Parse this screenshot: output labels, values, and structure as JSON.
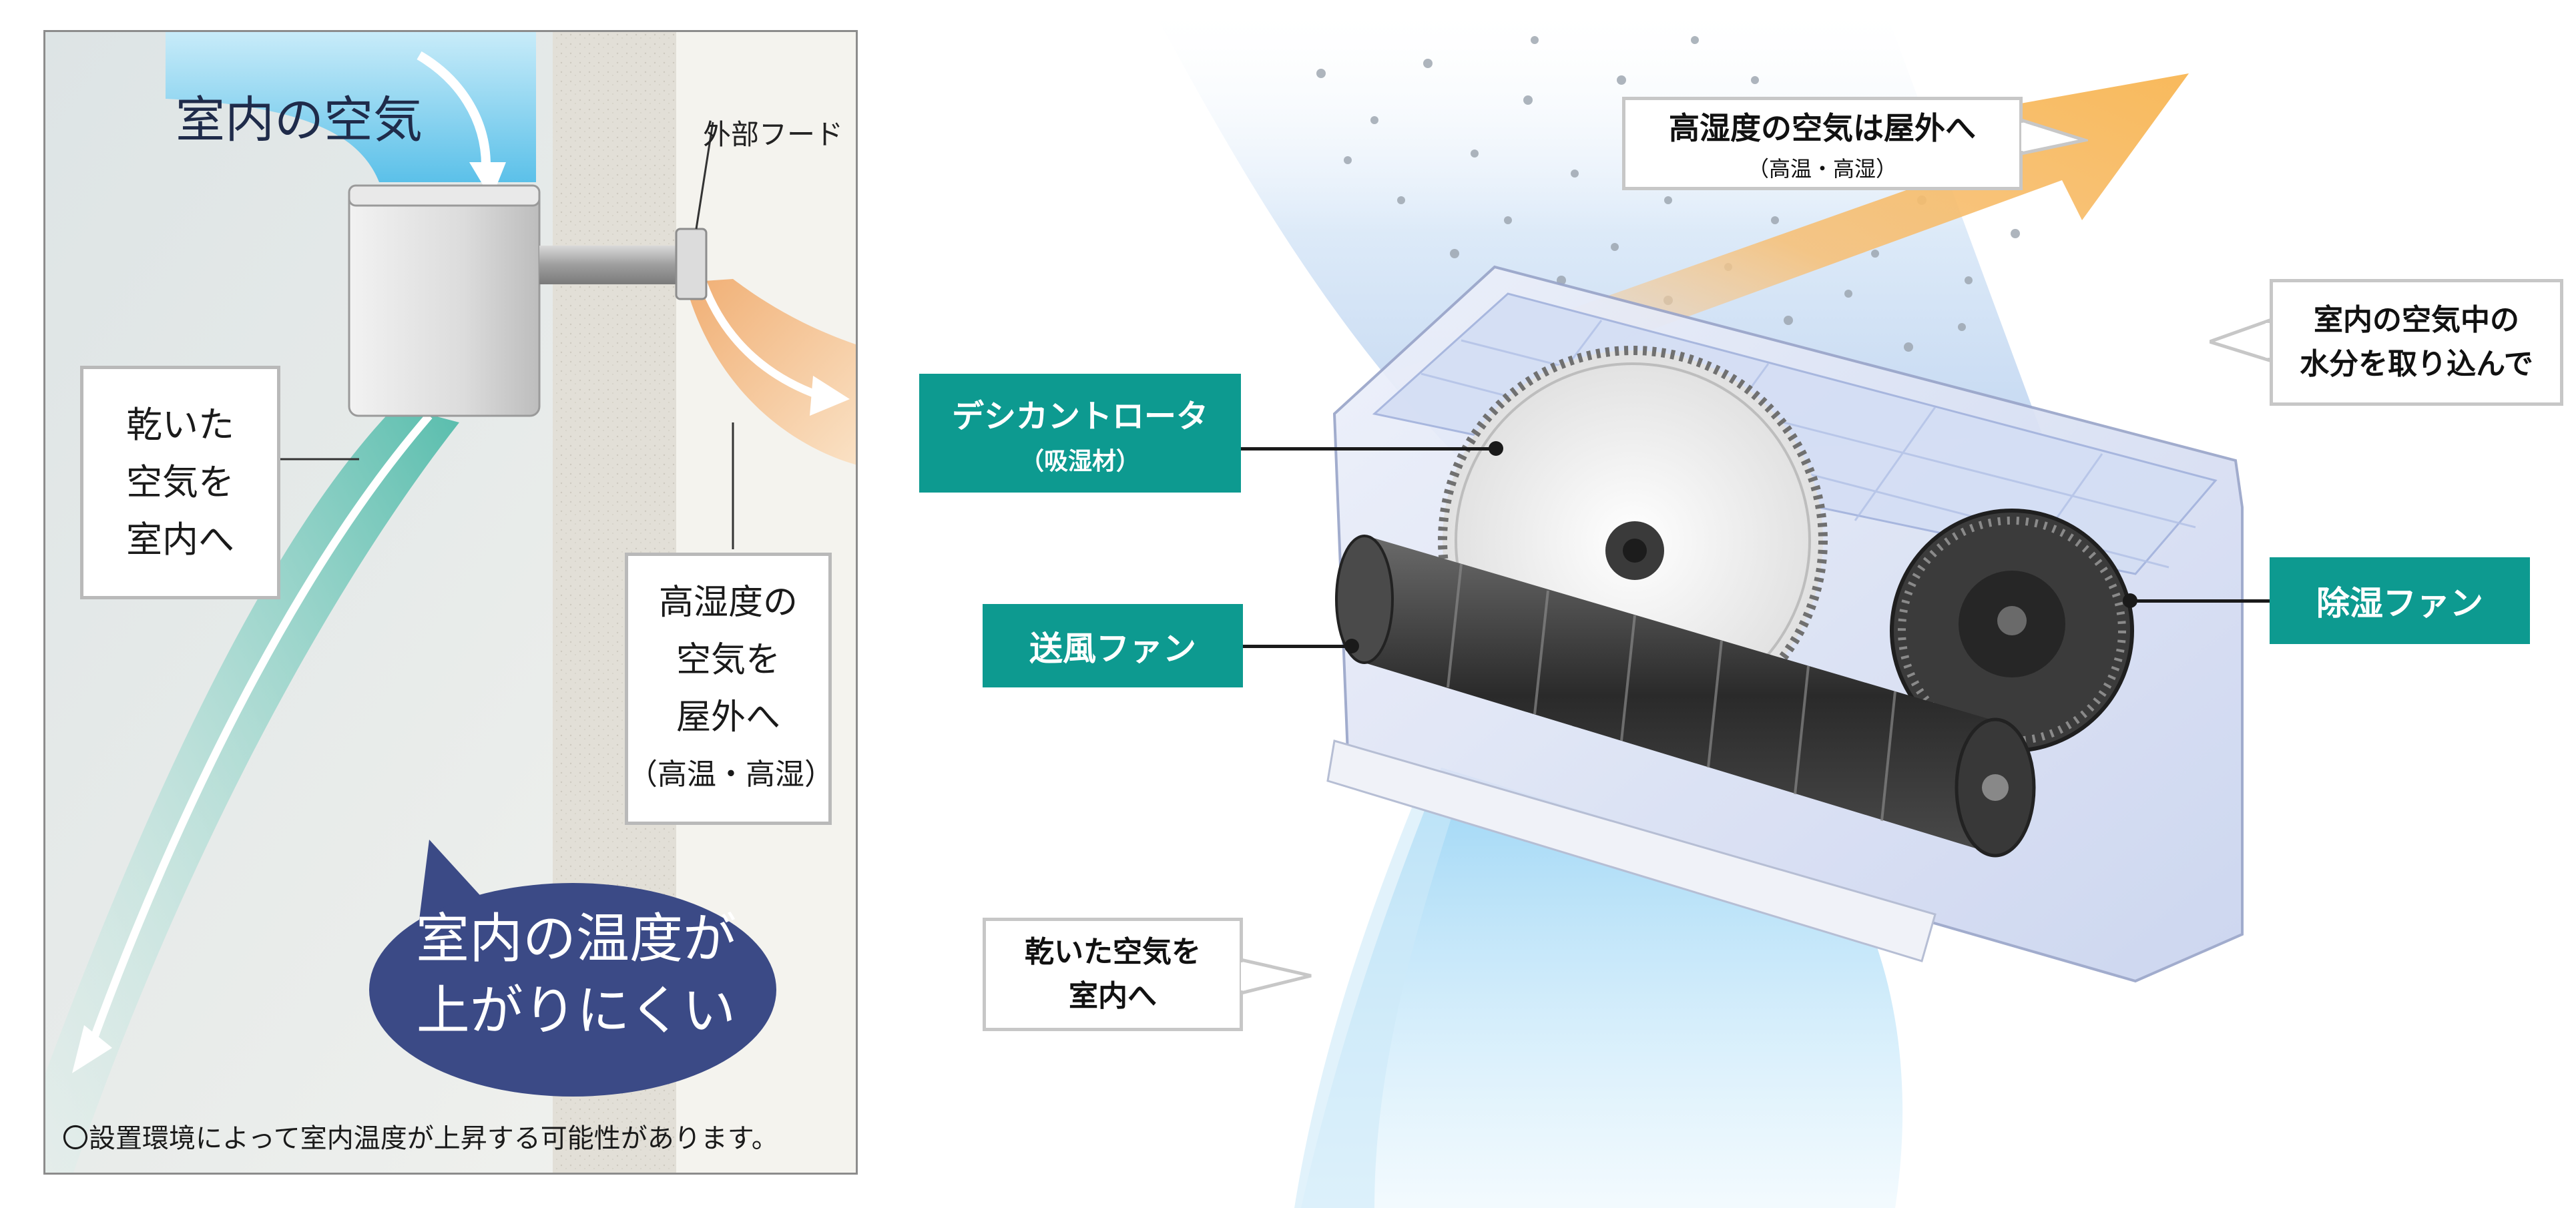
{
  "left_panel": {
    "title": "室内の空気",
    "hood_label": "外部フード",
    "dry_air_lines": [
      "乾いた",
      "空気を",
      "室内へ"
    ],
    "humid_air_lines": [
      "高湿度の",
      "空気を",
      "屋外へ",
      "（高温・高湿）"
    ],
    "bubble_lines": [
      "室内の温度が",
      "上がりにくい"
    ],
    "footnote": "〇設置環境によって室内温度が上昇する可能性があります。",
    "colors": {
      "bubble": "#3b4a86",
      "cool_air": "#5ec3e8",
      "dry_air": "#6cc6b3",
      "hot_air": "#f3b677",
      "wall": "#e4e1da"
    }
  },
  "right_panel": {
    "top_callout": {
      "main": "高湿度の空気は屋外へ",
      "sub": "（高温・高湿）"
    },
    "right_callout": [
      "室内の空気中の",
      "水分を取り込んで"
    ],
    "desiccant": {
      "main": "デシカントロータ",
      "sub": "（吸湿材）"
    },
    "blower_fan": "送風ファン",
    "dehumid_fan": "除湿ファン",
    "bottom_callout": [
      "乾いた空気を",
      "室内へ"
    ],
    "colors": {
      "label_bg": "#0d9a90",
      "hot_arrow": "#f6b04f",
      "cool_air": "#6fc2ee"
    }
  }
}
